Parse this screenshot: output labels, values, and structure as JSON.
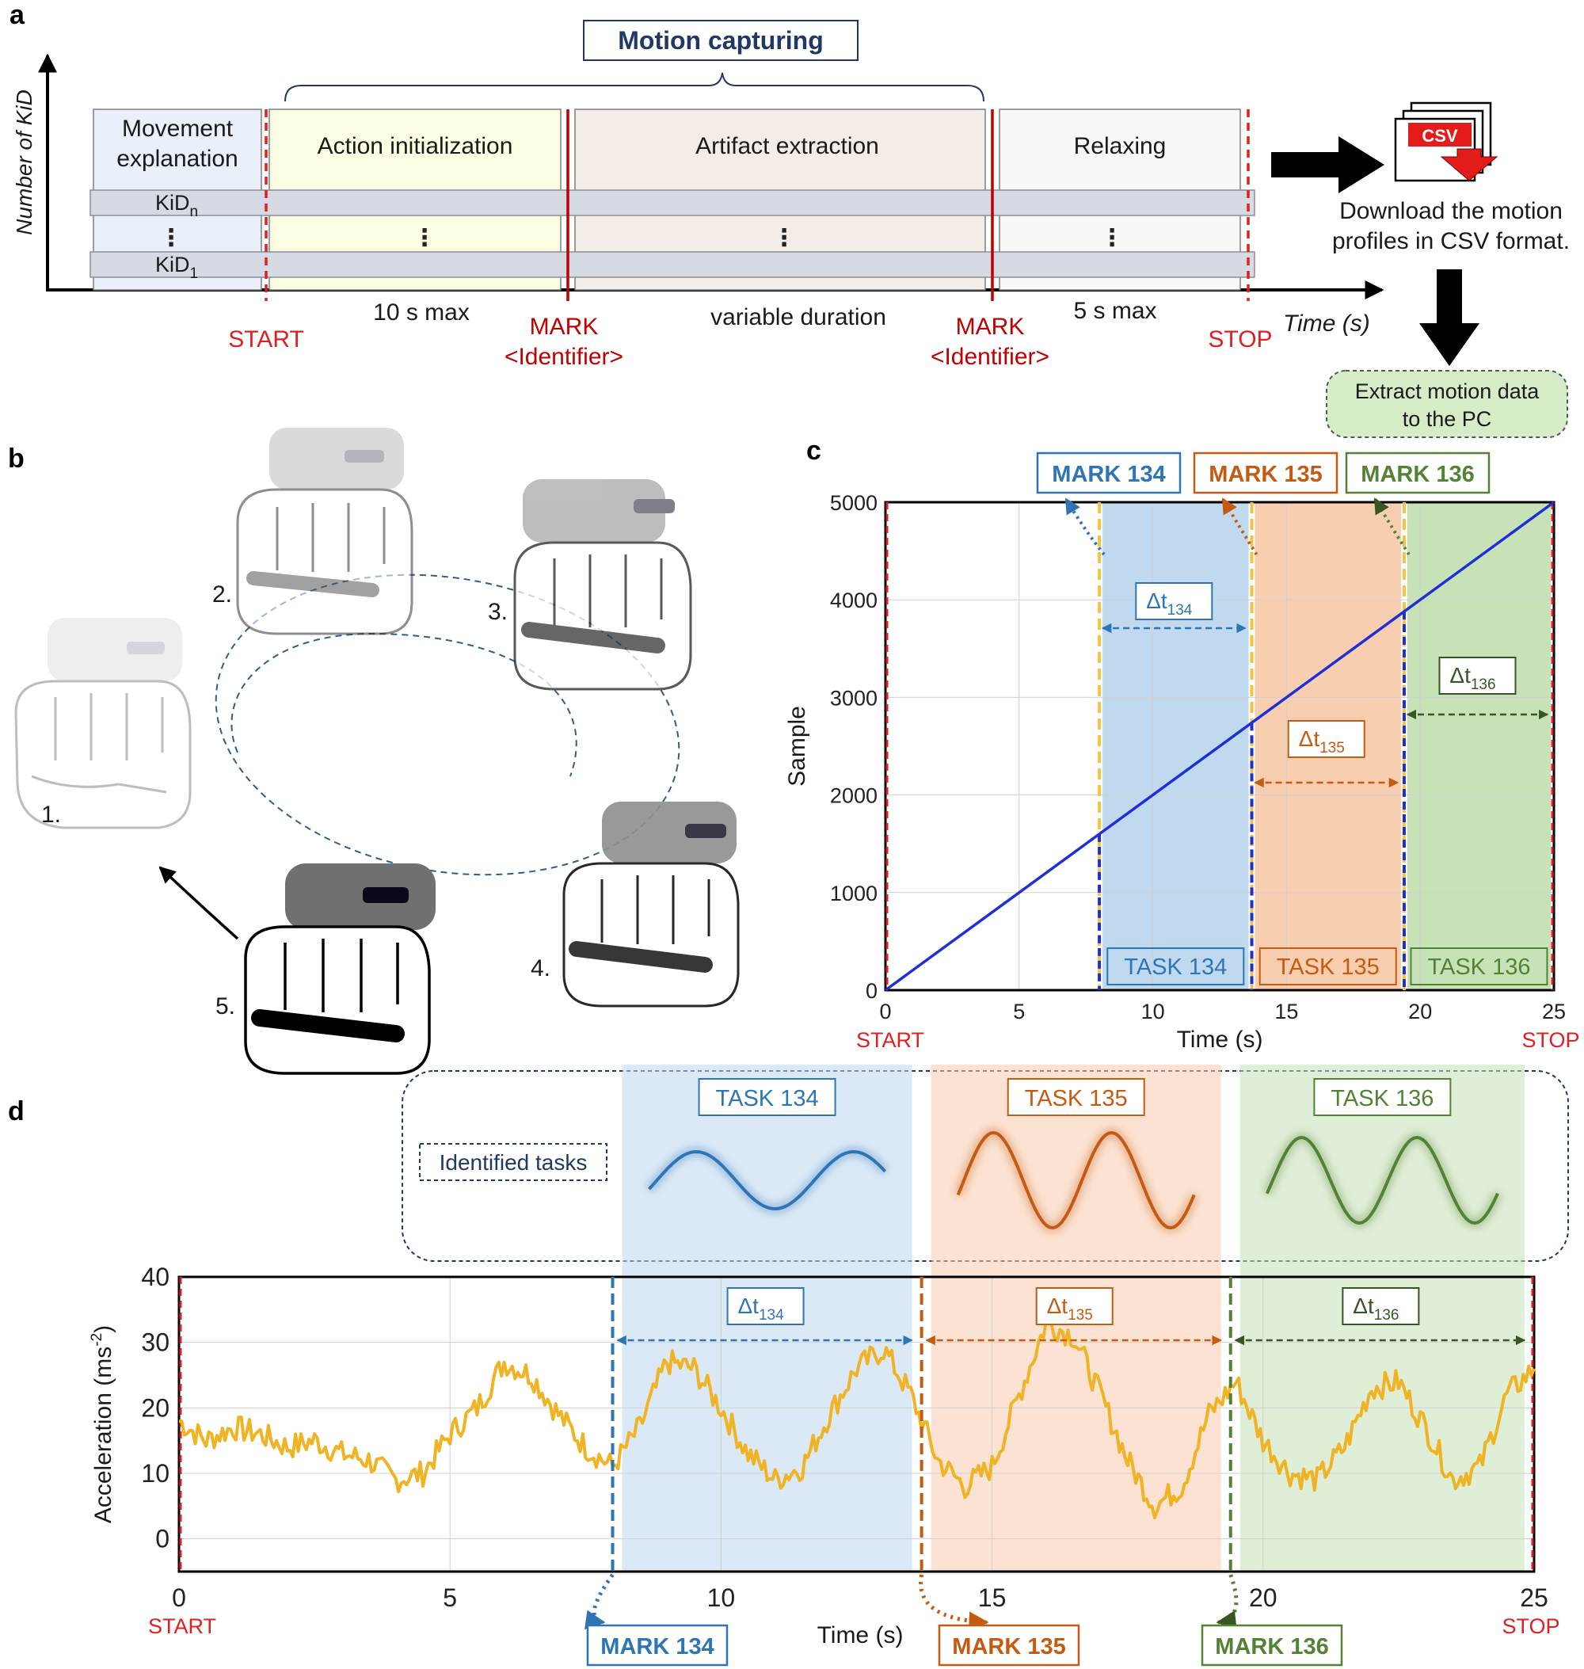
{
  "panel_a": {
    "label": "a",
    "y_axis_label": "Number of KiD",
    "x_axis_label": "Time (s)",
    "motion_capturing": "Motion capturing",
    "phases": [
      {
        "name": "Movement explanation",
        "color": "#e9f0f9"
      },
      {
        "name": "Action initialization",
        "color": "#fdfde4"
      },
      {
        "name": "Artifact extraction",
        "color": "#f4ece6"
      },
      {
        "name": "Relaxing",
        "color": "#f8f8f8"
      }
    ],
    "kid_n_label": "KiD",
    "kid_n_sub": "n",
    "kid_1_label": "KiD",
    "kid_1_sub": "1",
    "ellipsis": "⋮",
    "durations": [
      "10 s max",
      "variable duration",
      "5 s max"
    ],
    "markers": {
      "start": "START",
      "mark": "MARK",
      "identifier": "<Identifier>",
      "stop": "STOP"
    },
    "csv_label": "CSV",
    "download_text": [
      "Download the motion",
      "profiles in CSV format."
    ],
    "extract_text": [
      "Extract motion data",
      "to the PC"
    ],
    "extract_color": "#d5ecc7"
  },
  "panel_b": {
    "label": "b",
    "steps": [
      "1.",
      "2.",
      "3.",
      "4.",
      "5."
    ]
  },
  "panel_c": {
    "label": "c",
    "mark_labels": [
      "MARK 134",
      "MARK 135",
      "MARK 136"
    ],
    "task_labels": [
      "TASK 134",
      "TASK 135",
      "TASK 136"
    ],
    "delta_labels": [
      {
        "main": "Δt",
        "sub": "134"
      },
      {
        "main": "Δt",
        "sub": "135"
      },
      {
        "main": "Δt",
        "sub": "136"
      }
    ],
    "start_label": "START",
    "stop_label": "STOP"
  },
  "panel_d": {
    "label": "d",
    "identified_tasks": "Identified tasks",
    "task_labels": [
      "TASK 134",
      "TASK 135",
      "TASK 136"
    ],
    "mark_labels": [
      "MARK 134",
      "MARK 135",
      "MARK 136"
    ],
    "delta_labels": [
      {
        "main": "Δt",
        "sub": "134"
      },
      {
        "main": "Δt",
        "sub": "135"
      },
      {
        "main": "Δt",
        "sub": "136"
      }
    ],
    "start_label": "START",
    "stop_label": "STOP"
  },
  "colors": {
    "task134": "#2e75b6",
    "task135": "#c55a11",
    "task136": "#548235",
    "task134_fill": "#bdd7ee",
    "task135_fill": "#f8cbad",
    "task136_fill": "#c5e0b4",
    "signal": "#f0b323",
    "sample_line": "#1f2fd6",
    "red": "#e02020",
    "mark_yellow": "#f5c242"
  },
  "chart_data": [
    {
      "type": "line",
      "panel": "c",
      "xlabel": "Time (s)",
      "ylabel": "Sample",
      "xlim": [
        0,
        25
      ],
      "ylim": [
        0,
        5000
      ],
      "xticks": [
        0,
        5,
        10,
        15,
        20,
        25
      ],
      "yticks": [
        0,
        1000,
        2000,
        3000,
        4000,
        5000
      ],
      "grid": true,
      "series": [
        {
          "x": [
            0,
            25
          ],
          "y": [
            0,
            5000
          ]
        }
      ],
      "tasks": [
        {
          "name": "TASK 134",
          "start": 8.0,
          "end": 13.7
        },
        {
          "name": "TASK 135",
          "start": 13.7,
          "end": 19.4
        },
        {
          "name": "TASK 136",
          "start": 19.4,
          "end": 25.0
        }
      ],
      "marks": [
        {
          "name": "MARK 134",
          "x": 8.0
        },
        {
          "name": "MARK 135",
          "x": 13.7
        },
        {
          "name": "MARK 136",
          "x": 19.4
        }
      ]
    },
    {
      "type": "line",
      "panel": "d",
      "xlabel": "Time (s)",
      "ylabel": "Acceleration (ms",
      "ylabel_sup": "-2",
      "ylabel_end": ")",
      "xlim": [
        0,
        25
      ],
      "ylim": [
        -5,
        40
      ],
      "xticks": [
        0,
        5,
        10,
        15,
        20,
        25
      ],
      "yticks": [
        0,
        10,
        20,
        30,
        40
      ],
      "grid": true,
      "series": [
        {
          "x": [
            0,
            0.5,
            1,
            1.5,
            2,
            2.5,
            3,
            3.5,
            4,
            4.5,
            5,
            5.5,
            6,
            6.5,
            7,
            7.5,
            8,
            8.5,
            9,
            9.5,
            10,
            10.5,
            11,
            11.5,
            12,
            12.5,
            13,
            13.5,
            14,
            14.5,
            15,
            15.5,
            16,
            16.5,
            17,
            17.5,
            18,
            18.5,
            19,
            19.5,
            20,
            20.5,
            21,
            21.5,
            22,
            22.5,
            23,
            23.5,
            24,
            24.5,
            25
          ],
          "y": [
            18,
            15,
            17,
            16,
            14,
            15,
            13,
            12,
            9,
            10,
            16,
            20,
            27,
            25,
            19,
            14,
            11,
            17,
            27,
            26,
            20,
            13,
            9,
            11,
            19,
            26,
            29,
            22,
            12,
            8,
            11,
            22,
            33,
            31,
            22,
            12,
            5,
            8,
            19,
            24,
            15,
            10,
            9,
            14,
            23,
            24,
            17,
            9,
            11,
            22,
            26
          ]
        }
      ],
      "tasks": [
        {
          "name": "TASK 134",
          "start": 8.0,
          "end": 13.7
        },
        {
          "name": "TASK 135",
          "start": 13.7,
          "end": 19.4
        },
        {
          "name": "TASK 136",
          "start": 19.4,
          "end": 25.0
        }
      ]
    }
  ]
}
